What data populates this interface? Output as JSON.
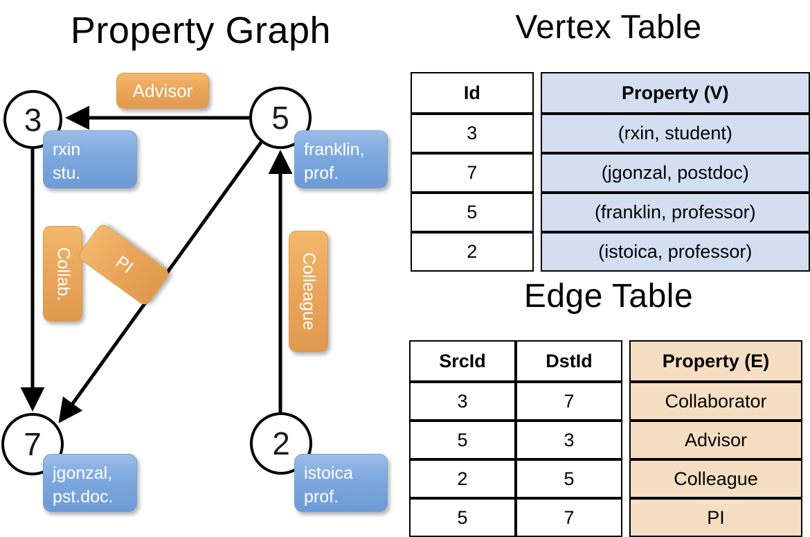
{
  "titles": {
    "property_graph": "Property Graph",
    "vertex_table": "Vertex Table",
    "edge_table": "Edge Table"
  },
  "graph": {
    "nodes": [
      {
        "id": "3",
        "label": "3",
        "property_line1": "rxin",
        "property_line2": "stu."
      },
      {
        "id": "5",
        "label": "5",
        "property_line1": "franklin,",
        "property_line2": "prof."
      },
      {
        "id": "7",
        "label": "7",
        "property_line1": "jgonzal,",
        "property_line2": "pst.doc."
      },
      {
        "id": "2",
        "label": "2",
        "property_line1": "istoica",
        "property_line2": "prof."
      }
    ],
    "edge_labels": [
      {
        "name": "advisor",
        "text": "Advisor"
      },
      {
        "name": "collab",
        "text": "Collab."
      },
      {
        "name": "pi",
        "text": "PI"
      },
      {
        "name": "colleague",
        "text": "Colleague"
      }
    ]
  },
  "vertex_table": {
    "headers": [
      "Id",
      "Property (V)"
    ],
    "rows": [
      {
        "id": "3",
        "property": "(rxin, student)"
      },
      {
        "id": "7",
        "property": "(jgonzal, postdoc)"
      },
      {
        "id": "5",
        "property": "(franklin, professor)"
      },
      {
        "id": "2",
        "property": "(istoica, professor)"
      }
    ]
  },
  "edge_table": {
    "headers": [
      "SrcId",
      "DstId",
      "Property (E)"
    ],
    "rows": [
      {
        "src": "3",
        "dst": "7",
        "property": "Collaborator"
      },
      {
        "src": "5",
        "dst": "3",
        "property": "Advisor"
      },
      {
        "src": "2",
        "dst": "5",
        "property": "Colleague"
      },
      {
        "src": "5",
        "dst": "7",
        "property": "PI"
      }
    ]
  },
  "colors": {
    "vertex_property_fill": "#d3dff1",
    "edge_property_fill": "#f6dec2",
    "node_box_blue": "#7ca8de",
    "edge_label_orange": "#eaa55b",
    "stroke": "#000000",
    "background": "#ffffff"
  }
}
